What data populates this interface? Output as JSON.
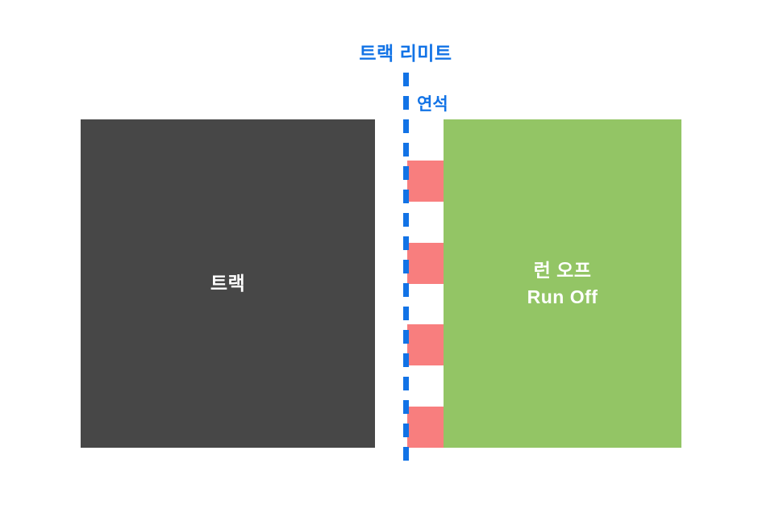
{
  "title": "트랙 리미트",
  "curb_label": "연석",
  "track": {
    "label": "트랙",
    "color": "#474747"
  },
  "runoff": {
    "label_ko": "런 오프",
    "label_en": "Run Off",
    "color": "#93c565"
  },
  "curb": {
    "stripe_count": 8,
    "stripe_color": "#f87e7e",
    "stripe_alt_color": "#ffffff"
  },
  "colors": {
    "accent": "#1273e6",
    "background": "#ffffff"
  }
}
